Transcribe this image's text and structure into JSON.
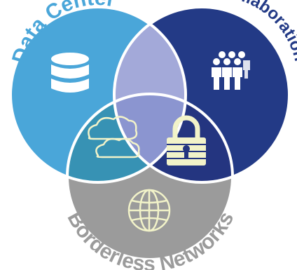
{
  "diagram": {
    "circles": [
      {
        "label": "Data Center",
        "color": "#4aa6d9",
        "icon": "database-icon"
      },
      {
        "label": "Collaboration",
        "color": "#233a86",
        "icon": "people-group-icon"
      },
      {
        "label": "Borderless Networks",
        "color": "#9b9b9b",
        "icon": "globe-icon"
      }
    ],
    "overlap_colors": {
      "data_center_collaboration": "#a3a9d9",
      "data_center_borderless": "#3792b4",
      "collaboration_borderless": "#243580",
      "center": "#8b95d0"
    },
    "overlap_icons": {
      "data_center_borderless": "cloud-icon",
      "collaboration_borderless": "padlock-icon"
    },
    "outline_color": "#ffffff",
    "icon_color": "#ffffff",
    "accent_icon_color": "#f2f3c9"
  }
}
